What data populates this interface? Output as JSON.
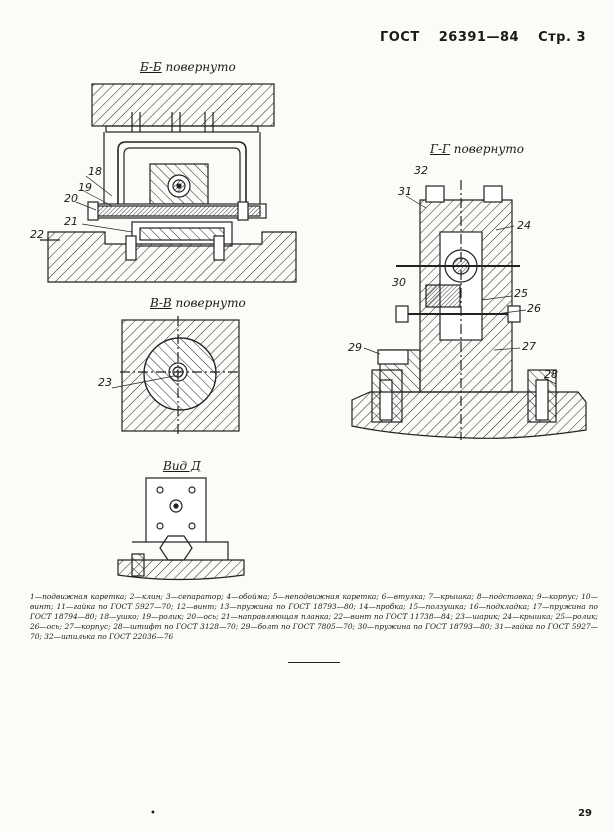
{
  "header": {
    "standard": "ГОСТ",
    "number": "26391—84",
    "page_label": "Стр. 3"
  },
  "views": {
    "bb": {
      "letter": "Б-Б",
      "suffix": "повернуто"
    },
    "vv": {
      "letter": "В-В",
      "suffix": "повернуто"
    },
    "gg": {
      "letter": "Г-Г",
      "suffix": "повернуто"
    },
    "d": {
      "letter": "Вид Д"
    }
  },
  "callouts": [
    "18",
    "19",
    "20",
    "21",
    "22",
    "23",
    "24",
    "25",
    "26",
    "27",
    "28",
    "29",
    "30",
    "31",
    "32"
  ],
  "legend": "1—подвижная каретка; 2—клин; 3—сепаратор; 4—обойма; 5—неподвижная каретка; 6—втулка; 7—крышка; 8—подставка; 9—корпус; 10—винт; 11—гайка по ГОСТ 5927—70; 12—винт; 13—пружина по ГОСТ 18793—80; 14—пробка; 15—ползушка; 16—подкладка; 17—пружина по ГОСТ 18794—80; 18—ушко; 19—ролик; 20—ось; 21—направляющая планка; 22—винт по ГОСТ 11738—84; 23—шарик; 24—крышка; 25—ролик; 26—ось; 27—корпус; 28—штифт по ГОСТ 3128—70; 29—болт по ГОСТ 7805—70; 30—пружина по ГОСТ 18793—80; 31—гайка по ГОСТ 5927—70; 32—шпилька по ГОСТ 22036—76",
  "footer": {
    "page_number": "29",
    "mark": "•"
  }
}
